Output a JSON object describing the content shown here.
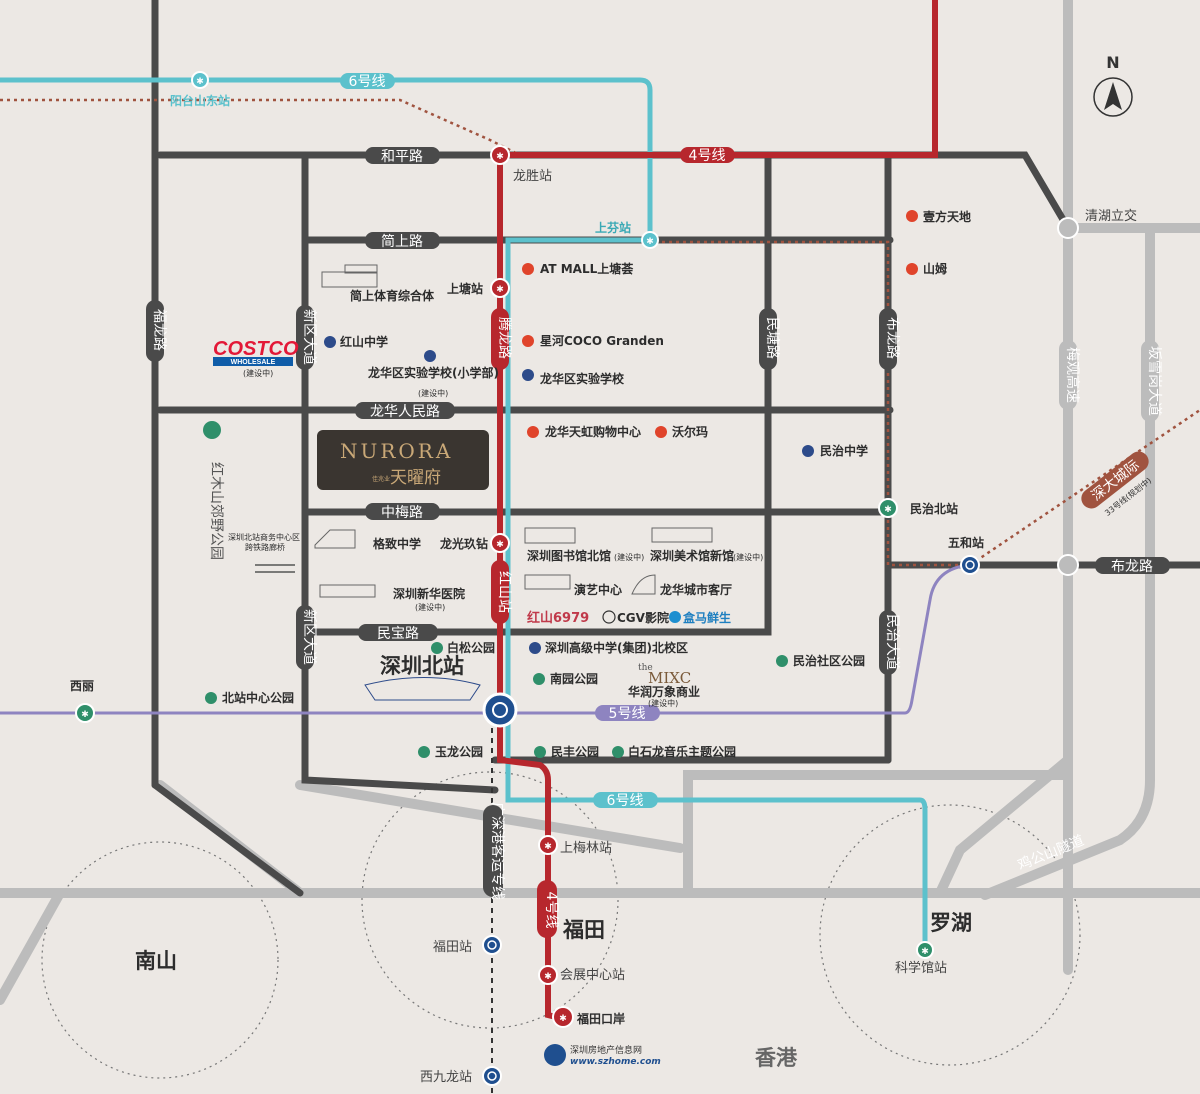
{
  "compass": {
    "north_label": "N"
  },
  "metro_lines": {
    "line4": {
      "name": "4号线",
      "color": "#b7272d"
    },
    "line6": {
      "name": "6号线",
      "color": "#5cc1cc"
    },
    "line5": {
      "name": "5号线",
      "color": "#8e84c0"
    },
    "line4_vertical": "4号线",
    "guangshengang": "广深港客运专线",
    "shenda_intercity": "深大城际",
    "shenda_sub": "33号线(规划中)"
  },
  "roads": {
    "heping": "和平路",
    "jianshang": "简上路",
    "longhua_renmin": "龙华人民路",
    "zhongmei": "中梅路",
    "minbao": "民宝路",
    "bulong_e": "布龙路",
    "fulong": "福龙路",
    "xinqu1": "新区大道",
    "xinqu2": "新区大道",
    "tenglong": "腾龙路",
    "mintang": "民塘路",
    "bulong_v": "布龙路",
    "minzhi": "民治大道",
    "meiguan": "梅观高速",
    "banxuegang": "坂雪岗大道",
    "jigongshan": "鸡公山隧道"
  },
  "stations": {
    "yangtaishan_east": "阳台山东站",
    "longsheng": "龙胜站",
    "shangfen": "上芬站",
    "shangtang": "上塘站",
    "longguang": "龙光玖钻",
    "hongshan": "红山站",
    "minzhi_north": "民治北站",
    "wuhe": "五和站",
    "xili": "西丽",
    "shenzhen_north": "深圳北站",
    "shangmeilin": "上梅林站",
    "futian_st": "福田站",
    "huizhan": "会展中心站",
    "futian_port": "福田口岸",
    "xijiulong": "西九龙站",
    "kexueguan": "科学馆站",
    "qinghu": "清湖立交"
  },
  "pois": {
    "jianshang_sports": "简上体育综合体",
    "hongshan_middle": "红山中学",
    "longhua_exp_primary": "龙华区实验学校(小学部)",
    "longhua_exp_primary_note": "(建设中)",
    "costco_note": "(建设中)",
    "costco_brand": "COSTCO",
    "costco_sub": "WHOLESALE",
    "atmall": "AT MALL上塘荟",
    "xinghe": "星河COCO Granden",
    "longhua_exp": "龙华区实验学校",
    "tianhong": "龙华天虹购物中心",
    "walmart": "沃尔玛",
    "yifang": "壹方天地",
    "sam": "山姆",
    "minzhi_middle": "民治中学",
    "gezhi": "格致中学",
    "library": "深圳图书馆北馆",
    "library_note": "(建设中)",
    "artmuseum": "深圳美术馆新馆",
    "artmuseum_note": "(建设中)",
    "yanyi": "演艺中心",
    "citylounge": "龙华城市客厅",
    "hongshan6979": "红山6979",
    "cgv": "CGV影院",
    "hema": "盒马鲜生",
    "xinhua_hosp": "深圳新华医院",
    "xinhua_note": "(建设中)",
    "baisong": "白松公园",
    "shenzhen_high": "深圳高级中学(集团)北校区",
    "nanyuan": "南园公园",
    "mixc": "华润万象商业",
    "mixc_note": "(建设中)",
    "mixc_brand_the": "the",
    "mixc_brand": "MIXC",
    "minzhi_park": "民治社区公园",
    "hongmu": "红木山郊野公园",
    "bzhan_biz": "深圳北站商务中心区",
    "bzhan_biz2": "跨铁路廊桥",
    "beizhan_park": "北站中心公园",
    "yulong": "玉龙公园",
    "minfeng": "民丰公园",
    "baishilong": "白石龙音乐主题公园",
    "project_logo": "NURORA",
    "project_brand": "佳兆业",
    "project_name": "天曜府"
  },
  "districts": {
    "nanshan": "南山",
    "futian": "福田",
    "luohu": "罗湖",
    "hk": "香港"
  },
  "watermark": {
    "title": "深圳房地产信息网",
    "url": "www.szhome.com"
  }
}
